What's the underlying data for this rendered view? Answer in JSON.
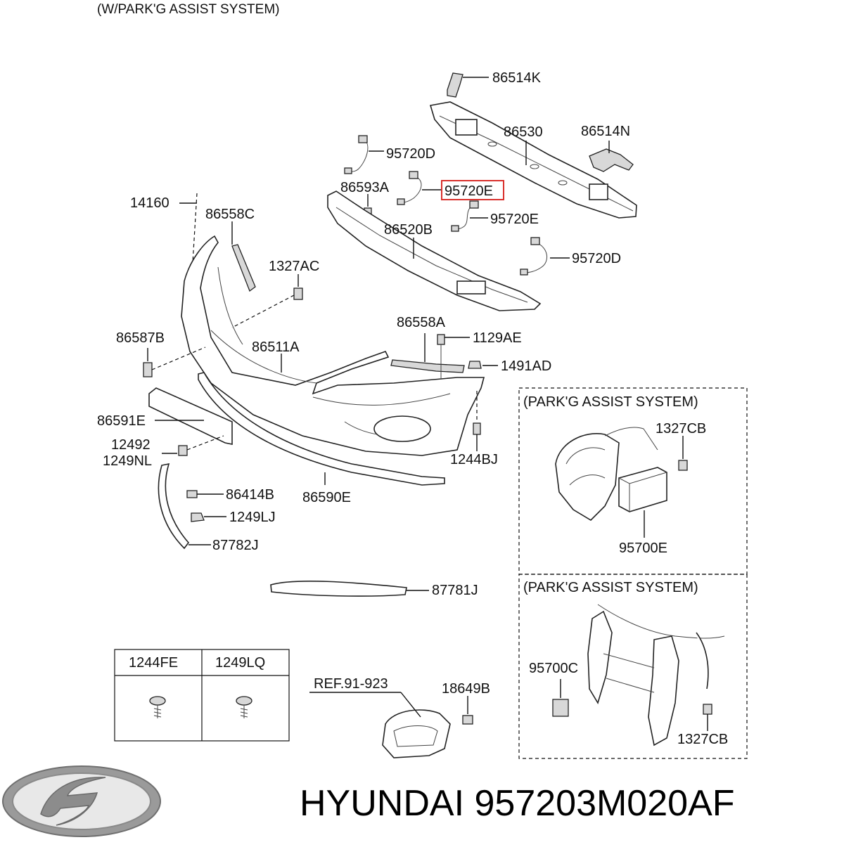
{
  "header": {
    "title": "(W/PARK'G ASSIST SYSTEM)"
  },
  "callouts": {
    "p86514k": "86514K",
    "p86530": "86530",
    "p86514n": "86514N",
    "p95720d_a": "95720D",
    "p86593a": "86593A",
    "p95720e_highlight": "95720E",
    "p95720e": "95720E",
    "p14160": "14160",
    "p86558c": "86558C",
    "p86520b": "86520B",
    "p95720d_b": "95720D",
    "p1327ac": "1327AC",
    "p86587b": "86587B",
    "p86511a": "86511A",
    "p86558a": "86558A",
    "p1129ae": "1129AE",
    "p1491ad": "1491AD",
    "p86591e": "86591E",
    "p12492": "12492",
    "p1249nl": "1249NL",
    "p1244bj": "1244BJ",
    "p86414b": "86414B",
    "p86590e": "86590E",
    "p1249lj": "1249LJ",
    "p87782j": "87782J",
    "p87781j": "87781J",
    "ref91923": "REF.91-923",
    "p18649b": "18649B"
  },
  "inset_top": {
    "title": "(PARK'G ASSIST SYSTEM)",
    "p1327cb": "1327CB",
    "p95700e": "95700E"
  },
  "inset_bottom": {
    "title": "(PARK'G ASSIST SYSTEM)",
    "p95700c": "95700C",
    "p1327cb": "1327CB"
  },
  "screw_table": {
    "col1": "1244FE",
    "col2": "1249LQ"
  },
  "highlight": {
    "part": "95720E",
    "color": "#d9302c"
  },
  "footer": {
    "brand_text": "HYUNDAI 957203M020AF",
    "logo": "hyundai-logo"
  }
}
